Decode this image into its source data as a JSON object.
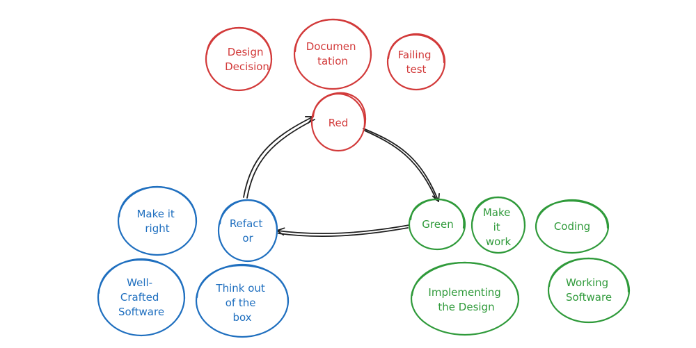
{
  "colors": {
    "red": "#d23a3a",
    "blue": "#1f6fbf",
    "green": "#2f9a3a",
    "arrow": "#1f1f1f"
  },
  "cycle": {
    "red": {
      "lines": [
        "Red"
      ]
    },
    "green": {
      "lines": [
        "Green"
      ]
    },
    "refactor": {
      "lines": [
        "Refact",
        "or"
      ]
    }
  },
  "red_group": [
    {
      "lines": [
        "Design",
        "Decision"
      ]
    },
    {
      "lines": [
        "Documen",
        "tation"
      ]
    },
    {
      "lines": [
        "Failing",
        "test"
      ]
    }
  ],
  "green_group": [
    {
      "lines": [
        "Make",
        "it",
        "work"
      ]
    },
    {
      "lines": [
        "Coding"
      ]
    },
    {
      "lines": [
        "Implementing",
        "the Design"
      ]
    },
    {
      "lines": [
        "Working",
        "Software"
      ]
    }
  ],
  "blue_group": [
    {
      "lines": [
        "Make it",
        "right"
      ]
    },
    {
      "lines": [
        "Well-",
        "Crafted",
        "Software"
      ]
    },
    {
      "lines": [
        "Think out",
        "of the",
        "box"
      ]
    }
  ],
  "edges": [
    {
      "from": "Red",
      "to": "Green"
    },
    {
      "from": "Green",
      "to": "Refactor"
    },
    {
      "from": "Refactor",
      "to": "Red"
    }
  ]
}
